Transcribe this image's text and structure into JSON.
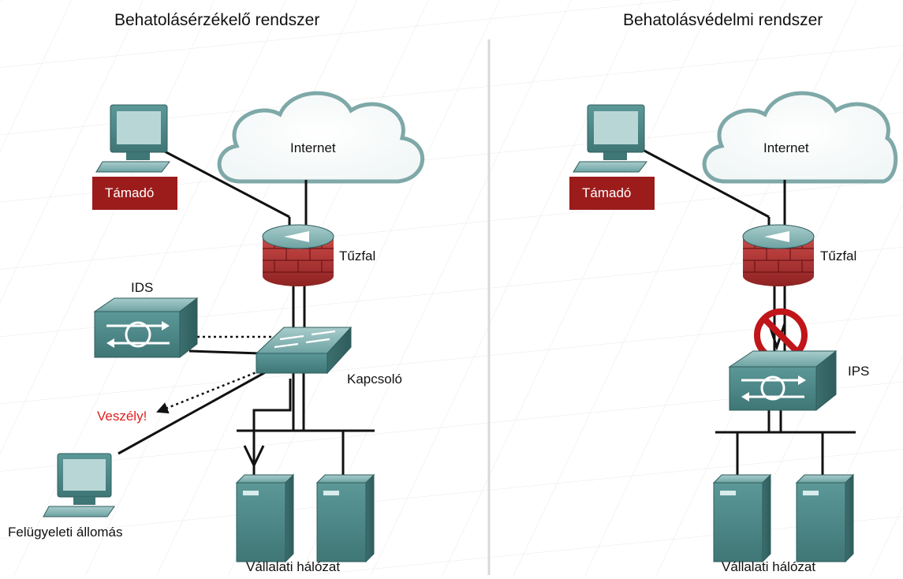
{
  "left_panel": {
    "title": "Behatolásérzékelő rendszer",
    "internet_label": "Internet",
    "attacker_label": "Támadó",
    "firewall_label": "Tűzfal",
    "ids_label": "IDS",
    "switch_label": "Kapcsoló",
    "danger_label": "Veszély!",
    "monitor_label": "Felügyeleti állomás",
    "network_label": "Vállalati hálózat"
  },
  "right_panel": {
    "title": "Behatolásvédelmi rendszer",
    "internet_label": "Internet",
    "attacker_label": "Támadó",
    "firewall_label": "Tűzfal",
    "ips_label": "IPS",
    "network_label": "Vállalati hálózat"
  },
  "colors": {
    "device_teal": "#4f8f8f",
    "attacker_tag": "#9c1c1c",
    "firewall_brick": "#b23a3a",
    "block_red": "#c0161a",
    "danger_text": "#e02020"
  }
}
